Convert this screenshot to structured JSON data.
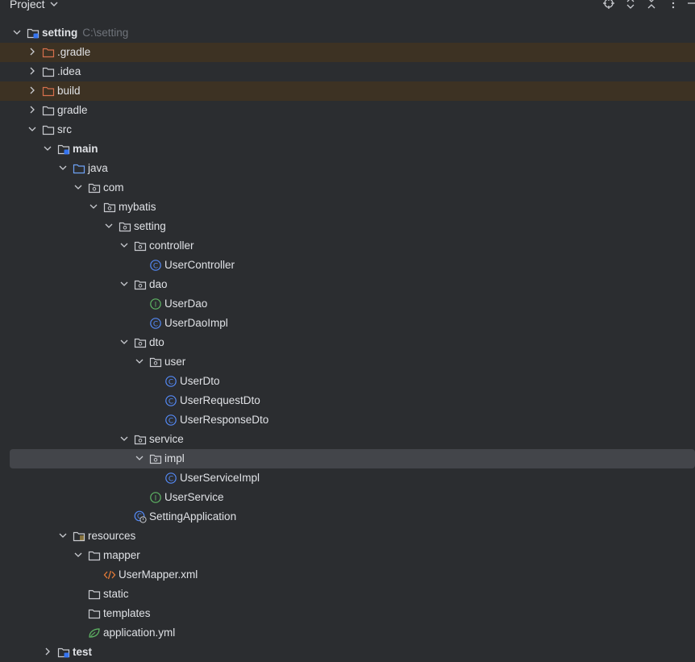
{
  "header": {
    "title": "Project"
  },
  "tree": [
    {
      "label": "setting",
      "path": "C:\\setting",
      "icon": "module-folder-icon",
      "depth": 0,
      "expanded": true,
      "bold": true,
      "bg": ""
    },
    {
      "label": ".gradle",
      "icon": "excluded-folder-icon",
      "depth": 1,
      "expanded": false,
      "bg": "excluded"
    },
    {
      "label": ".idea",
      "icon": "folder-icon",
      "depth": 1,
      "expanded": false,
      "bg": ""
    },
    {
      "label": "build",
      "icon": "excluded-folder-icon",
      "depth": 1,
      "expanded": false,
      "bg": "excluded"
    },
    {
      "label": "gradle",
      "icon": "folder-icon",
      "depth": 1,
      "expanded": false,
      "bg": ""
    },
    {
      "label": "src",
      "icon": "folder-icon",
      "depth": 1,
      "expanded": true,
      "bg": ""
    },
    {
      "label": "main",
      "icon": "module-folder-icon",
      "depth": 2,
      "expanded": true,
      "bold": true,
      "bg": ""
    },
    {
      "label": "java",
      "icon": "source-root-folder-icon",
      "depth": 3,
      "expanded": true,
      "bg": ""
    },
    {
      "label": "com",
      "icon": "package-icon",
      "depth": 4,
      "expanded": true,
      "bg": ""
    },
    {
      "label": "mybatis",
      "icon": "package-icon",
      "depth": 5,
      "expanded": true,
      "bg": ""
    },
    {
      "label": "setting",
      "icon": "package-icon",
      "depth": 6,
      "expanded": true,
      "bg": ""
    },
    {
      "label": "controller",
      "icon": "package-icon",
      "depth": 7,
      "expanded": true,
      "bg": ""
    },
    {
      "label": "UserController",
      "icon": "class-icon",
      "depth": 8,
      "bg": ""
    },
    {
      "label": "dao",
      "icon": "package-icon",
      "depth": 7,
      "expanded": true,
      "bg": ""
    },
    {
      "label": "UserDao",
      "icon": "interface-icon",
      "depth": 8,
      "bg": ""
    },
    {
      "label": "UserDaoImpl",
      "icon": "class-icon",
      "depth": 8,
      "bg": ""
    },
    {
      "label": "dto",
      "icon": "package-icon",
      "depth": 7,
      "expanded": true,
      "bg": ""
    },
    {
      "label": "user",
      "icon": "package-icon",
      "depth": 8,
      "expanded": true,
      "bg": ""
    },
    {
      "label": "UserDto",
      "icon": "class-icon",
      "depth": 9,
      "bg": ""
    },
    {
      "label": "UserRequestDto",
      "icon": "class-icon",
      "depth": 9,
      "bg": ""
    },
    {
      "label": "UserResponseDto",
      "icon": "class-icon",
      "depth": 9,
      "bg": ""
    },
    {
      "label": "service",
      "icon": "package-icon",
      "depth": 7,
      "expanded": true,
      "bg": ""
    },
    {
      "label": "impl",
      "icon": "package-icon",
      "depth": 8,
      "expanded": true,
      "bg": "selected"
    },
    {
      "label": "UserServiceImpl",
      "icon": "class-icon",
      "depth": 9,
      "bg": ""
    },
    {
      "label": "UserService",
      "icon": "interface-icon",
      "depth": 8,
      "bg": ""
    },
    {
      "label": "SettingApplication",
      "icon": "spring-boot-class-icon",
      "depth": 7,
      "bg": ""
    },
    {
      "label": "resources",
      "icon": "resources-folder-icon",
      "depth": 3,
      "expanded": true,
      "bg": ""
    },
    {
      "label": "mapper",
      "icon": "folder-icon",
      "depth": 4,
      "expanded": true,
      "bg": ""
    },
    {
      "label": "UserMapper.xml",
      "icon": "xml-file-icon",
      "depth": 5,
      "bg": ""
    },
    {
      "label": "static",
      "icon": "folder-icon",
      "depth": 4,
      "bg": ""
    },
    {
      "label": "templates",
      "icon": "folder-icon",
      "depth": 4,
      "bg": ""
    },
    {
      "label": "application.yml",
      "icon": "yaml-config-icon",
      "depth": 4,
      "bg": ""
    },
    {
      "label": "test",
      "icon": "module-folder-icon",
      "depth": 2,
      "expanded": false,
      "bold": true,
      "bg": ""
    }
  ],
  "colors": {
    "background": "#2b2d30",
    "excluded_row": "#3d3223",
    "selected_row": "#43454a",
    "class_blue": "#548af7",
    "interface_green": "#5fb865",
    "excluded_folder": "#d6704d",
    "xml_orange": "#e57b37"
  }
}
